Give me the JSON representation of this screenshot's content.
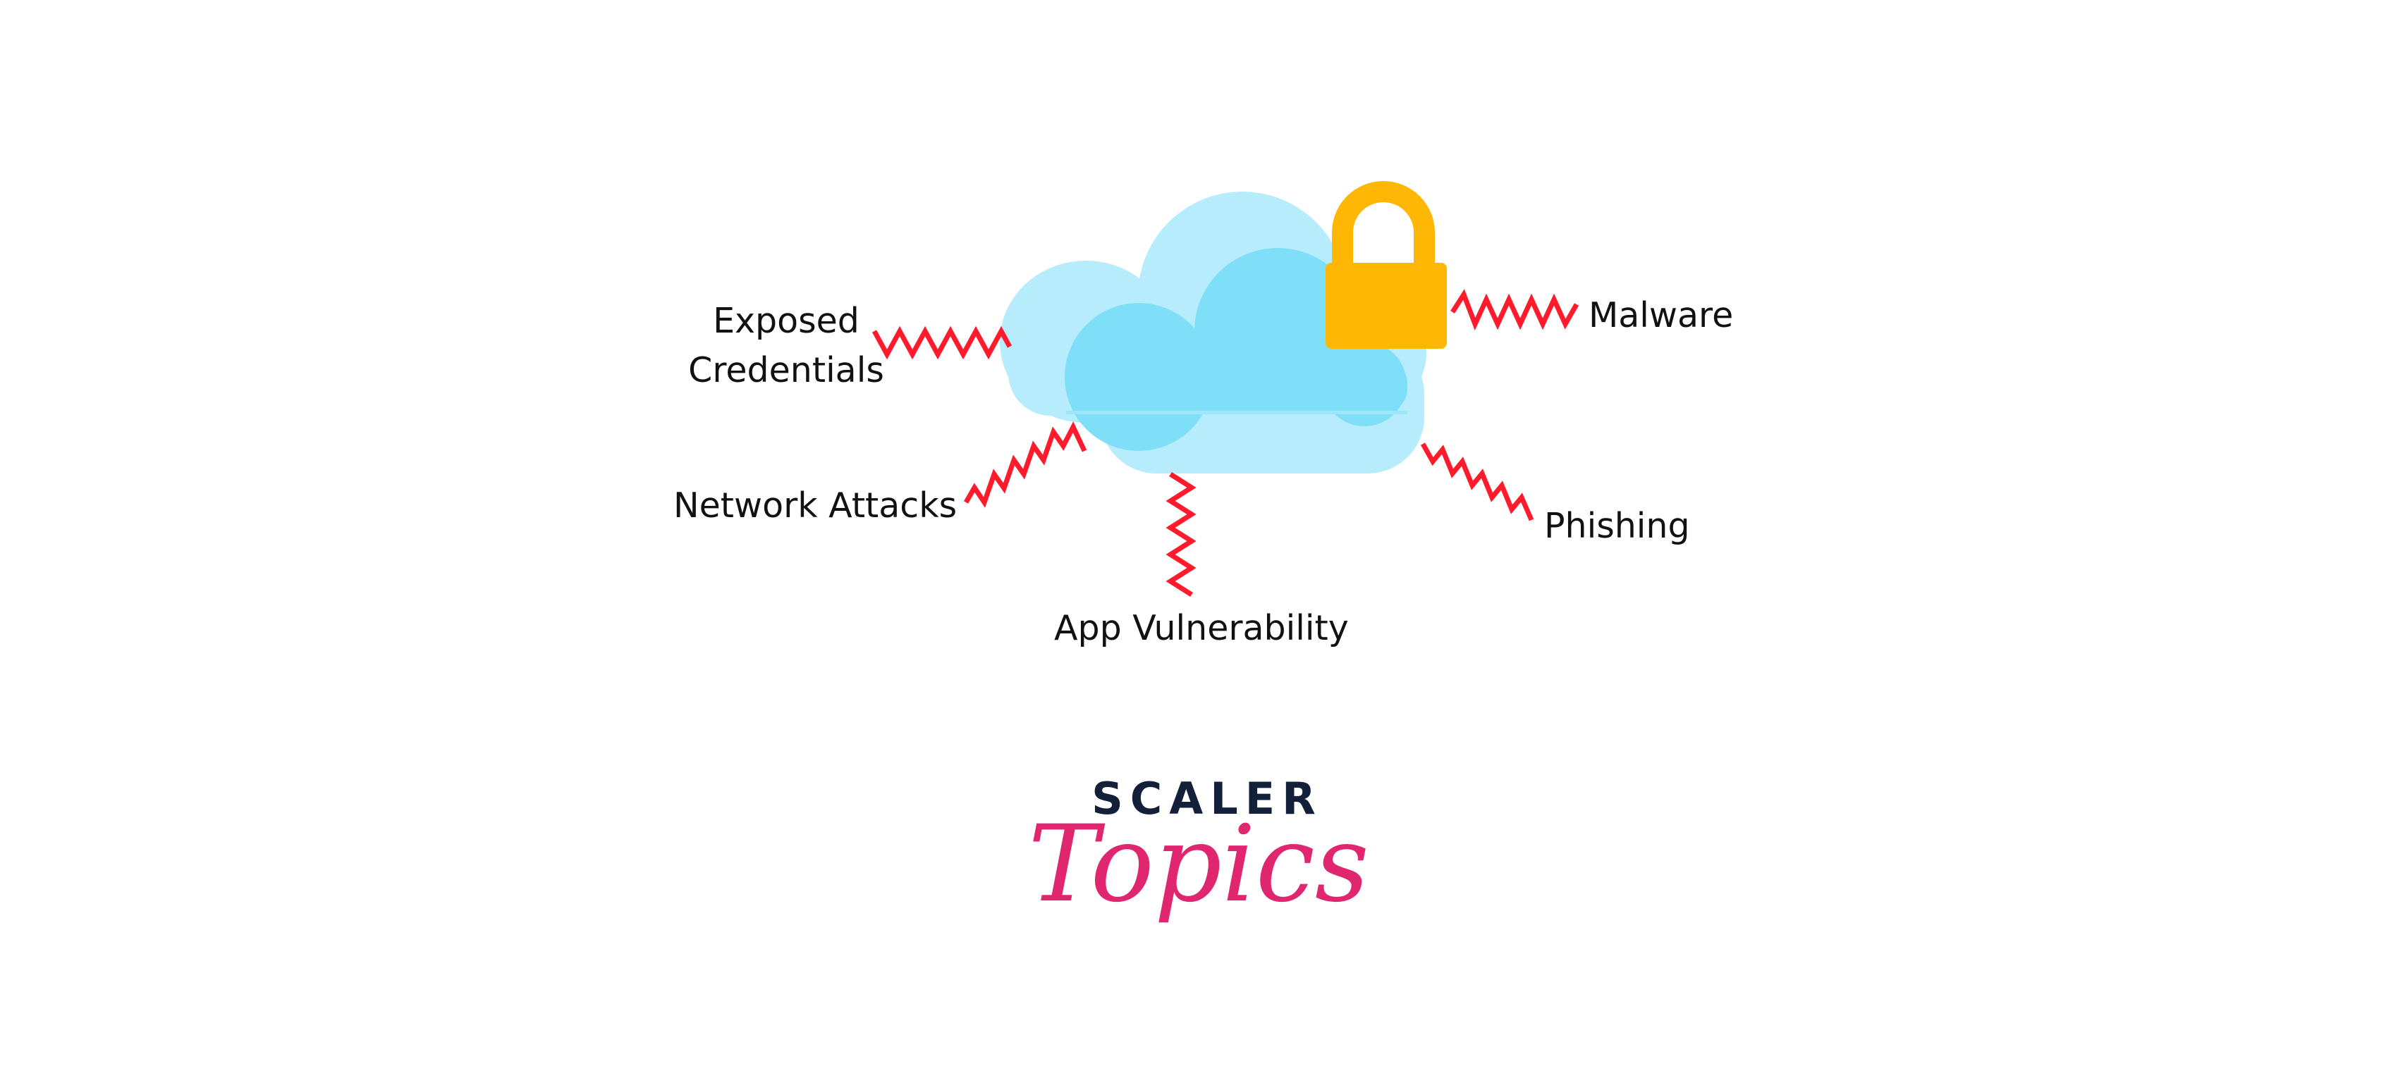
{
  "threats": [
    {
      "id": "exposed-credentials",
      "lines": [
        "Exposed",
        "Credentials"
      ]
    },
    {
      "id": "network-attacks",
      "lines": [
        "Network Attacks"
      ]
    },
    {
      "id": "app-vulnerability",
      "lines": [
        "App Vulnerability"
      ]
    },
    {
      "id": "malware",
      "lines": [
        "Malware"
      ]
    },
    {
      "id": "phishing",
      "lines": [
        "Phishing"
      ]
    }
  ],
  "brand": {
    "top": "SCALER",
    "bottom": "Topics"
  },
  "colors": {
    "cloud_light": "#b6ecfb",
    "cloud_dark": "#80dff8",
    "lock": "#ffb705",
    "zigzag": "#ff1a2c",
    "brand_navy": "#12203a",
    "brand_pink": "#e0266e"
  },
  "icons": {
    "cloud": "cloud-icon",
    "lock": "padlock-icon"
  }
}
